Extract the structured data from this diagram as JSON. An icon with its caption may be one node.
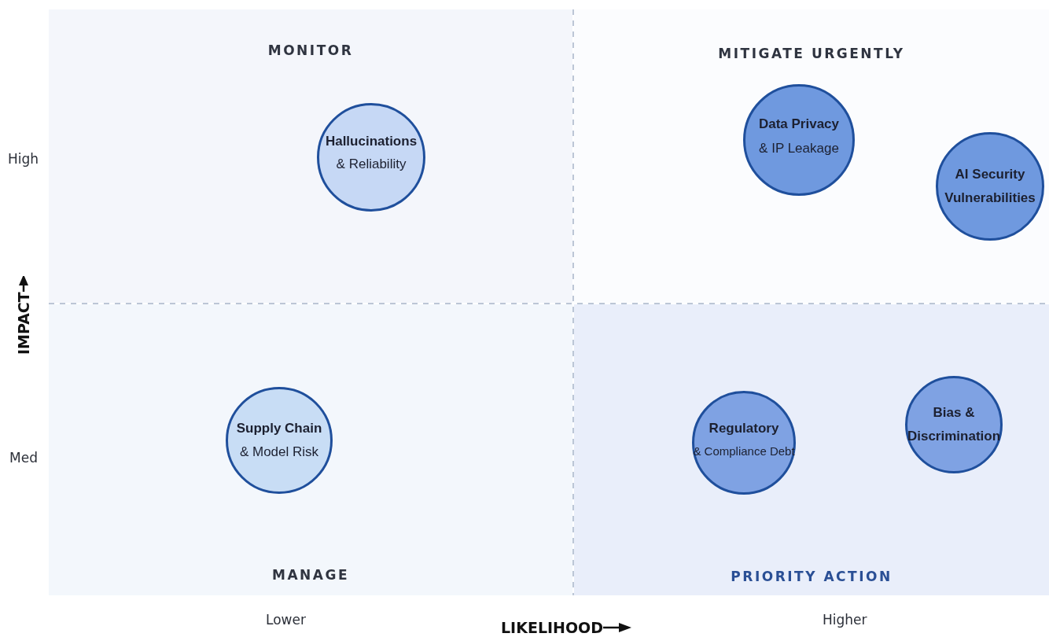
{
  "diagram": {
    "nodes": [
      {
        "text": [
          "MONITOR"
        ]
      },
      {
        "text": [
          "Hallucinations",
          "& Reliability"
        ],
        "in": 0
      },
      {
        "text": [
          "MITIGATE URGENTLY"
        ]
      },
      {
        "text": [
          "Data Privacy",
          "& IP Leakage"
        ],
        "in": 2
      },
      {
        "text": [
          "AI Security Vulnerabilities"
        ],
        "in": 2
      },
      {
        "text": [
          "MANAGE"
        ]
      },
      {
        "text": [
          "Supply Chain",
          "& Model Risk"
        ],
        "in": 5
      },
      {
        "text": [
          "PRIORITY ACTION"
        ]
      },
      {
        "text": [
          "Regulatory",
          "& Compliance Debt"
        ],
        "in": 7
      },
      {
        "text": [
          "Bias & Discrimination"
        ],
        "in": 7
      }
    ],
    "labels": [
      "High",
      "IMPACT",
      "Med",
      "Lower",
      "LIKELIHOOD",
      "Higher"
    ]
  }
}
